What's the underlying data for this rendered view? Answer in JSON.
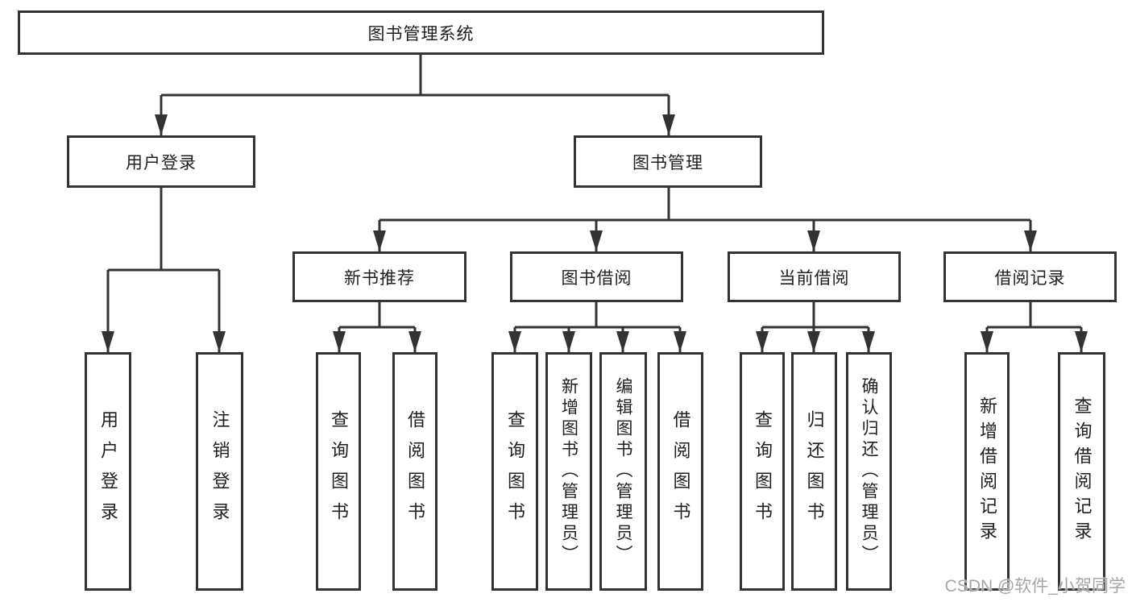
{
  "nodes": {
    "root": "图书管理系统",
    "user_login": "用户登录",
    "book_mgmt": "图书管理",
    "new_book_rec": "新书推荐",
    "book_borrow": "图书借阅",
    "current_borrow": "当前借阅",
    "borrow_records": "借阅记录",
    "user_login_leaf": "用户登录",
    "logout_leaf": "注销登录",
    "nbr_query_books": "查询图书",
    "nbr_borrow_books": "借阅图书",
    "bb_query_books": "查询图书",
    "bb_add_books": "新增图书（管理员）",
    "bb_edit_books": "编辑图书（管理员）",
    "bb_borrow_books": "借阅图书",
    "cb_query_books": "查询图书",
    "cb_return_books": "归还图书",
    "cb_confirm_return": "确认归还（管理员）",
    "br_add_record": "新增借阅记录",
    "br_query_record": "查询借阅记录"
  },
  "watermark": "CSDN @软件_小贺同学",
  "colors": {
    "line": "#333333",
    "box_border": "#333333",
    "box_fill": "#ffffff",
    "text": "#1f1f1f",
    "watermark": "#a6a6a6"
  }
}
